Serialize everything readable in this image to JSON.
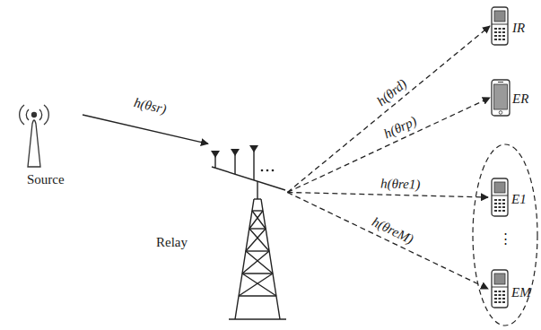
{
  "diagram": {
    "nodes": [
      {
        "text": [
          "Source"
        ]
      },
      {
        "text": [
          "Relay"
        ]
      },
      {
        "text": [
          "IR"
        ]
      },
      {
        "text": [
          "ER"
        ]
      },
      {
        "text": [
          "⋮"
        ]
      },
      {
        "text": [
          "E1"
        ],
        "in": 4
      },
      {
        "text": [
          "EM"
        ],
        "in": 4
      }
    ],
    "edges": [
      {
        "from": 0,
        "to": 1,
        "label": "h(θsr)",
        "arrow": "to"
      },
      {
        "from": 1,
        "to": 2,
        "label": "h(θrd)",
        "arrow": "to"
      },
      {
        "from": 1,
        "to": 3,
        "label": "h(θrp)",
        "arrow": "to"
      },
      {
        "from": 1,
        "to": 5,
        "label": "h(θre1)",
        "arrow": "to"
      },
      {
        "from": 1,
        "to": 6,
        "label": "h(θreM)",
        "arrow": "to"
      }
    ]
  }
}
